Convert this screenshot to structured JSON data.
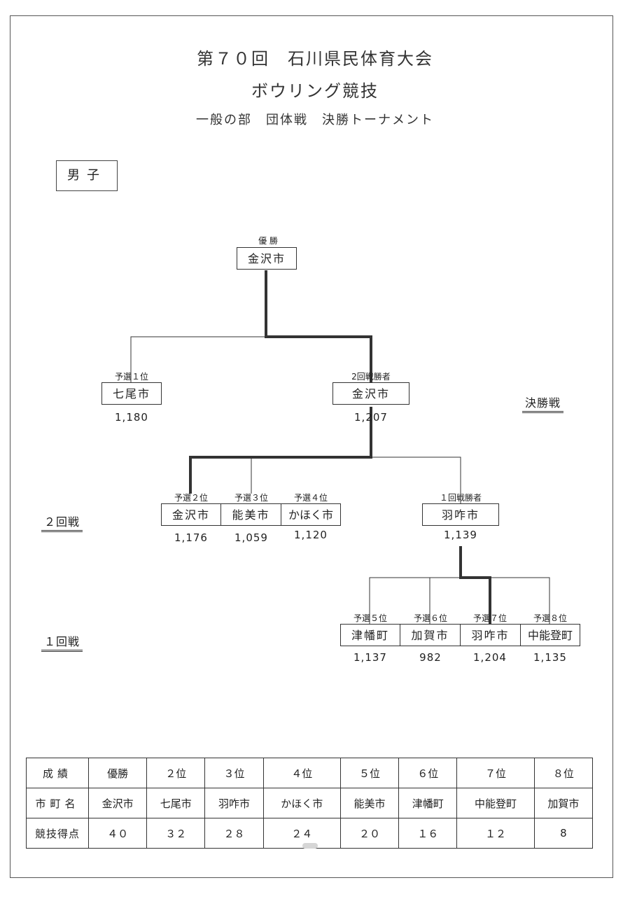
{
  "header": {
    "title1": "第７０回　石川県民体育大会",
    "title2": "ボウリング競技",
    "title3": "一般の部　団体戦　決勝トーナメント"
  },
  "gender": "男子",
  "rounds": {
    "final": "決勝戦",
    "second": "２回戦",
    "first": "１回戦"
  },
  "bracket": {
    "champion": {
      "label": "優 勝",
      "team": "金沢市"
    },
    "final_left": {
      "label": "予選１位",
      "team": "七尾市",
      "score": "1,180"
    },
    "final_right": {
      "label": "2回戦勝者",
      "team": "金沢市",
      "score": "1,207"
    },
    "second_round": [
      {
        "label": "予選２位",
        "team": "金沢市",
        "score": "1,176"
      },
      {
        "label": "予選３位",
        "team": "能美市",
        "score": "1,059"
      },
      {
        "label": "予選４位",
        "team": "かほく市",
        "score": "1,120"
      }
    ],
    "first_winner": {
      "label": "１回戦勝者",
      "team": "羽咋市",
      "score": "1,139"
    },
    "first_round": [
      {
        "label": "予選５位",
        "team": "津幡町",
        "score": "1,137"
      },
      {
        "label": "予選６位",
        "team": "加賀市",
        "score": "982"
      },
      {
        "label": "予選７位",
        "team": "羽咋市",
        "score": "1,204"
      },
      {
        "label": "予選８位",
        "team": "中能登町",
        "score": "1,135"
      }
    ]
  },
  "results": {
    "row_headers": [
      "成績",
      "市町名",
      "競技得点"
    ],
    "ranks": [
      "優勝",
      "２位",
      "３位",
      "４位",
      "５位",
      "６位",
      "７位",
      "８位"
    ],
    "teams": [
      "金沢市",
      "七尾市",
      "羽咋市",
      "かほく市",
      "能美市",
      "津幡町",
      "中能登町",
      "加賀市"
    ],
    "points": [
      "４０",
      "３２",
      "２８",
      "２４",
      "２０",
      "１６",
      "１２",
      "8"
    ]
  }
}
